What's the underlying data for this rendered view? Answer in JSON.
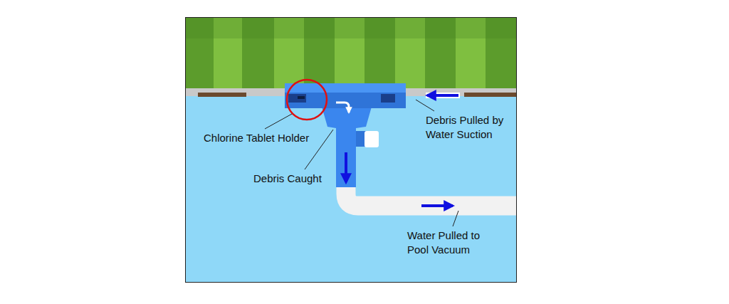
{
  "diagram": {
    "labels": [
      "Chlorine Tablet Holder",
      "Debris Caught",
      "Debris Pulled by Water Suction",
      "Water Pulled to Pool Vacuum"
    ]
  }
}
